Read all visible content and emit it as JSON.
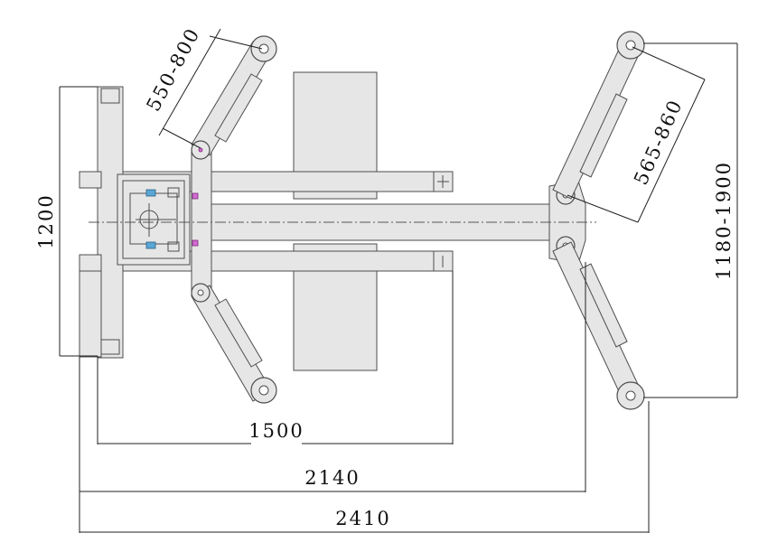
{
  "dimensions": {
    "total_length": "2410",
    "overall_length": "2140",
    "inner_length": "1500",
    "base_width": "1200",
    "arm_span_range": "1180-1900",
    "front_arm_range": "550-800",
    "rear_arm_range": "565-860"
  },
  "colors": {
    "part_fill": "#e6e6e6",
    "outline": "#4d4d4d",
    "marker_blue": "#5aa7d6",
    "marker_pink": "#d26ad2"
  }
}
